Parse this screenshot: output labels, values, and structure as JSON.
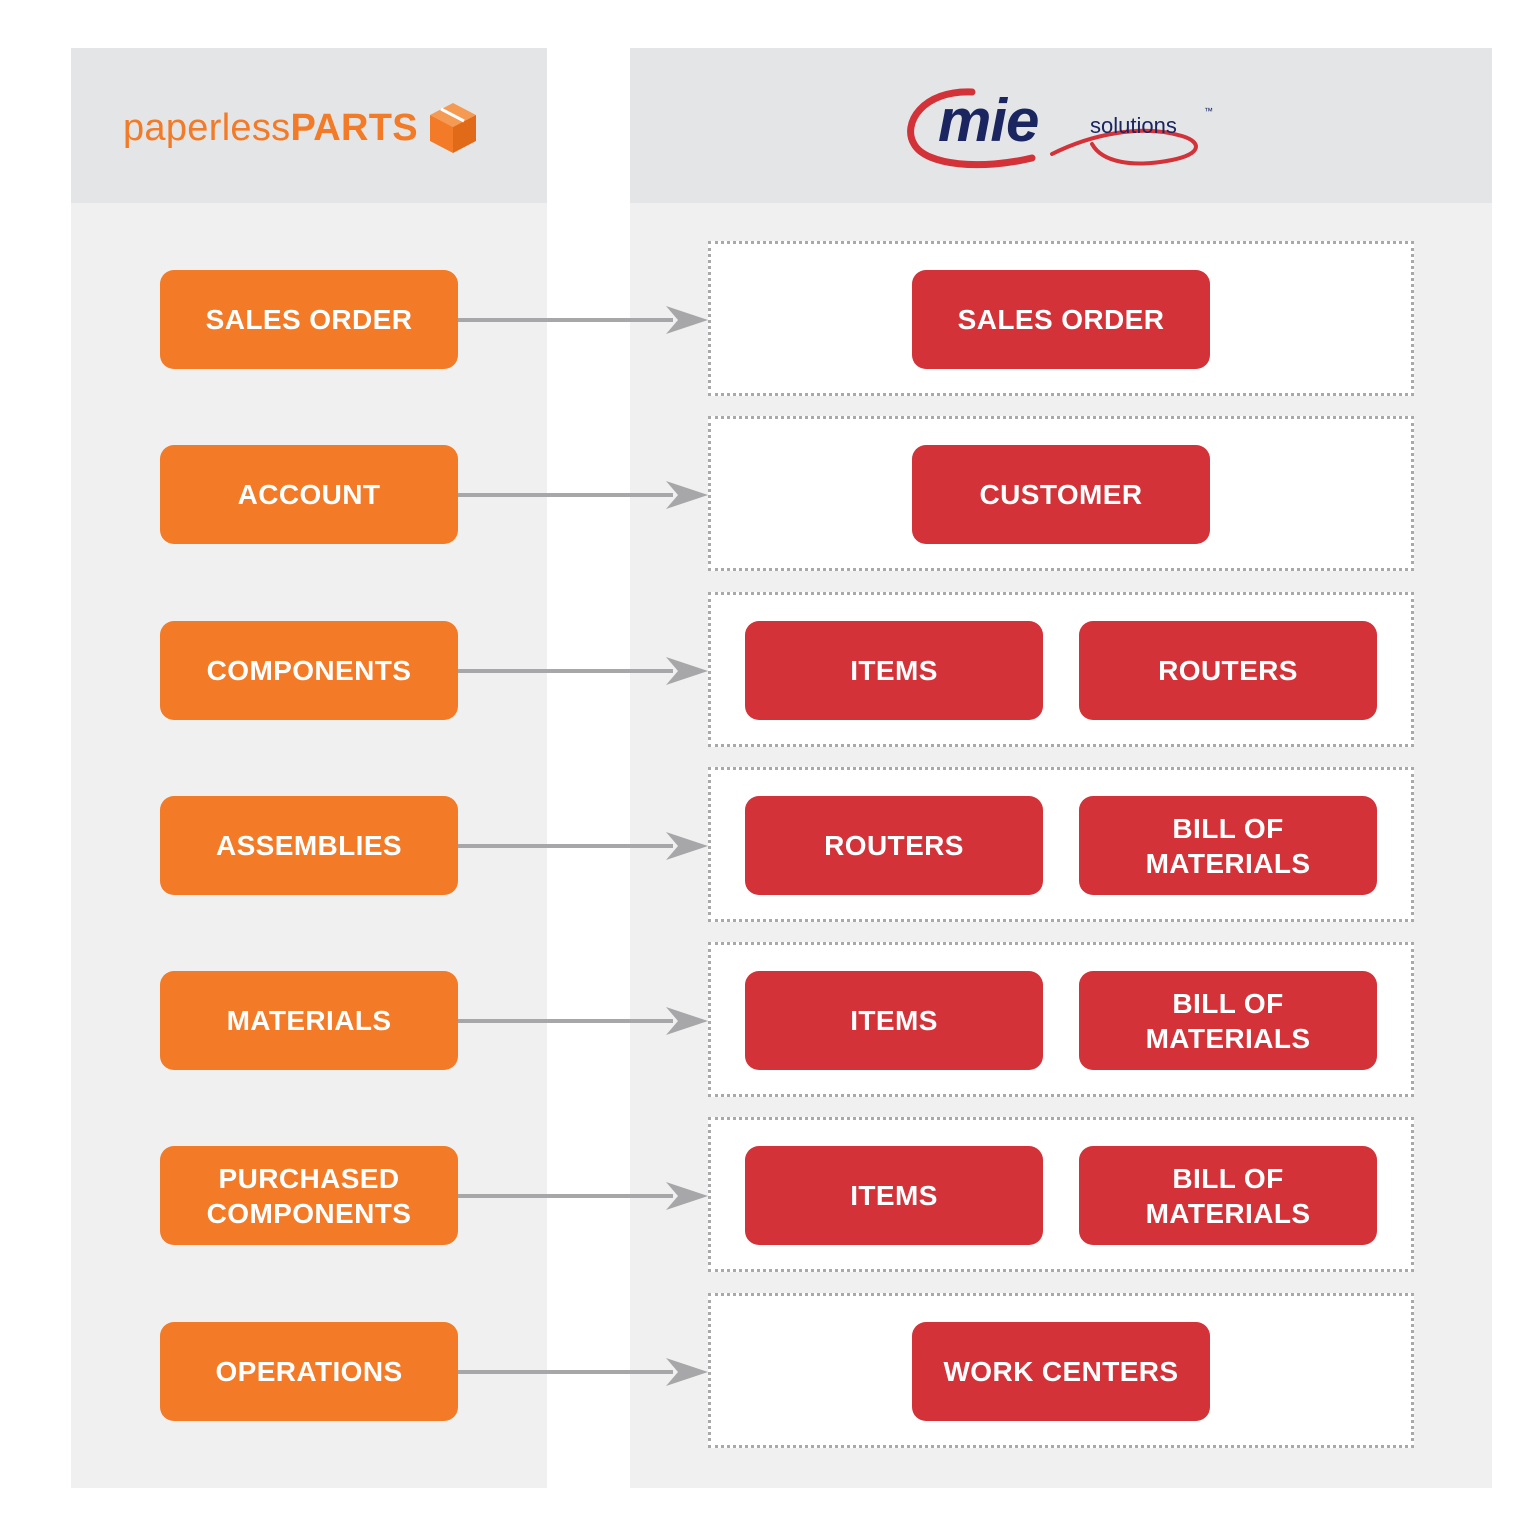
{
  "logos": {
    "paperless": {
      "light": "paperless",
      "bold": "PARTS",
      "color": "#f37a26"
    },
    "mie": {
      "main": "mie",
      "secondary": "solutions",
      "tm": "™",
      "color": "#1b2560",
      "accent": "#d23238"
    }
  },
  "colors": {
    "source": "#f37a26",
    "target": "#d23238",
    "arrow": "#a7a7a9"
  },
  "mappings": [
    {
      "source": "SALES ORDER",
      "targets": [
        "SALES ORDER"
      ]
    },
    {
      "source": "ACCOUNT",
      "targets": [
        "CUSTOMER"
      ]
    },
    {
      "source": "COMPONENTS",
      "targets": [
        "ITEMS",
        "ROUTERS"
      ]
    },
    {
      "source": "ASSEMBLIES",
      "targets": [
        "ROUTERS",
        "BILL OF MATERIALS"
      ]
    },
    {
      "source": "MATERIALS",
      "targets": [
        "ITEMS",
        "BILL OF MATERIALS"
      ]
    },
    {
      "source": "PURCHASED COMPONENTS",
      "targets": [
        "ITEMS",
        "BILL OF MATERIALS"
      ]
    },
    {
      "source": "OPERATIONS",
      "targets": [
        "WORK CENTERS"
      ]
    }
  ]
}
